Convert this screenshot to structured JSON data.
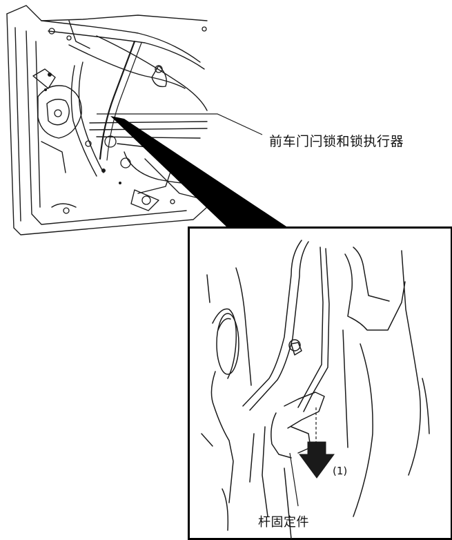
{
  "labels": {
    "main_callout": "前车门闩锁和锁执行器",
    "step_marker": "(1)",
    "part_callout": "杆固定件"
  },
  "colors": {
    "line": "#1a1a1a",
    "background": "#ffffff",
    "pointer": "#000000"
  },
  "icons": {
    "direction_arrow": "down-arrow-icon"
  }
}
